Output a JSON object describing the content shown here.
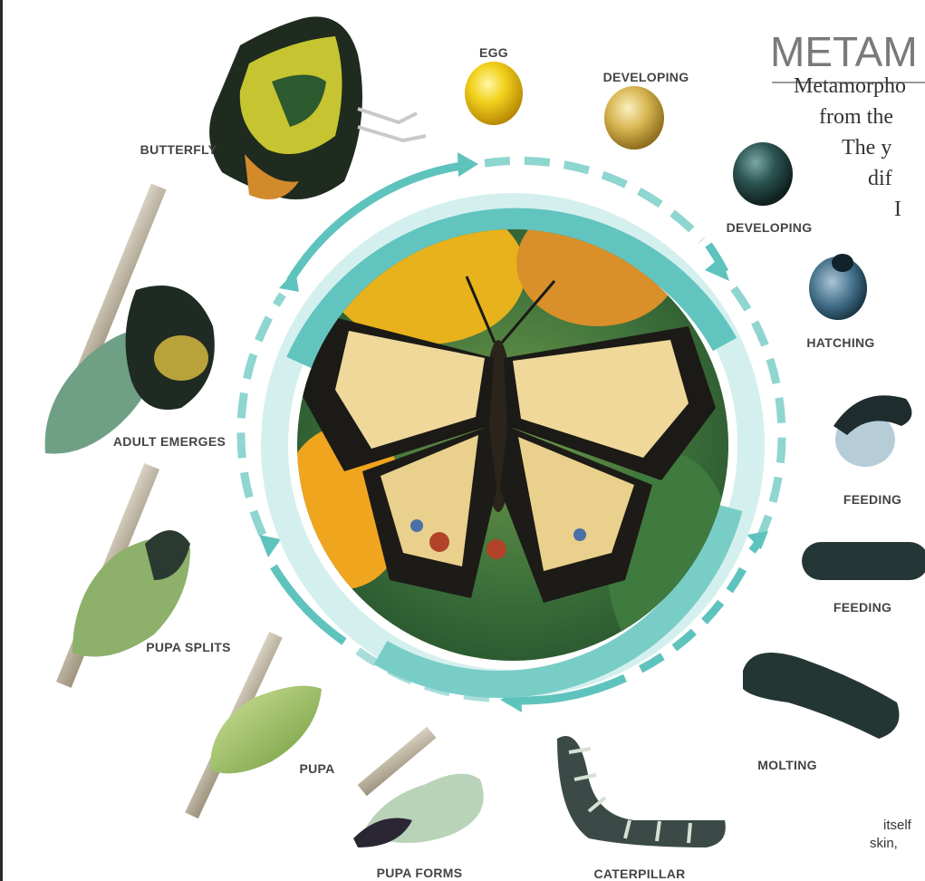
{
  "title": "METAM",
  "intro_lines": [
    "Metamorpho",
    "from the",
    "The y",
    "dif",
    "I"
  ],
  "body_lines": [
    "itself",
    "skin,"
  ],
  "stages": {
    "egg": "EGG",
    "developing1": "DEVELOPING",
    "developing2": "DEVELOPING",
    "hatching": "HATCHING",
    "feeding1": "FEEDING",
    "feeding2": "FEEDING",
    "molting": "MOLTING",
    "caterpillar": "CATERPILLAR",
    "pupa_forms": "PUPA FORMS",
    "pupa": "PUPA",
    "pupa_splits": "PUPA SPLITS",
    "adult_emerges": "ADULT EMERGES",
    "butterfly": "BUTTERFLY"
  },
  "colors": {
    "ring": "#5fc3bd",
    "ring_light": "#d4f0ee",
    "label": "#444444",
    "title": "#7a7a7a"
  }
}
